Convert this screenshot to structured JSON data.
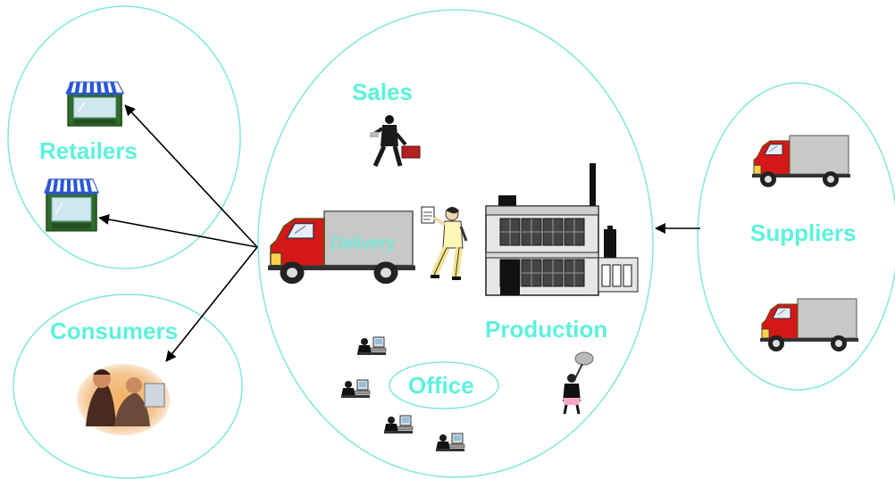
{
  "labels": {
    "sales": "Sales",
    "retailers": "Retailers",
    "delivery": "Delivery",
    "consumers": "Consumers",
    "production": "Production",
    "office": "Office",
    "suppliers": "Suppliers"
  },
  "colors": {
    "ring": "#7fe8d8",
    "label": "#5cf2dc",
    "truck_red": "#d41818",
    "truck_box": "#c8c8c8",
    "arrow": "#000000"
  },
  "icons": [
    "store-icon",
    "delivery-truck-icon",
    "businessman-icon",
    "clipboard-worker-icon",
    "factory-icon",
    "computer-worker-icon",
    "consumers-photo-icon",
    "cleaner-icon"
  ]
}
